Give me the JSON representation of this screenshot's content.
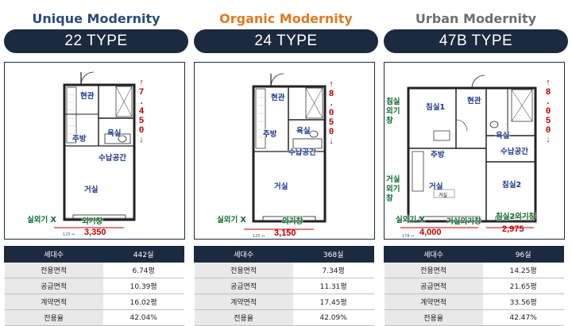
{
  "colors": {
    "navy": "#1c2a40",
    "unique": "#2a4a7a",
    "organic": "#e07a22",
    "urban": "#6e6e6e",
    "dim": "#c00000"
  },
  "panels": [
    {
      "subtitle": "Unique Modernity",
      "type": "22 TYPE",
      "labels": {
        "entrance": "현관",
        "kitchen": "주방",
        "bath": "욕실",
        "storage": "수납공간",
        "living": "거실",
        "outdoor": "실외기 X",
        "storage2": "",
        "balcony": "외기창"
      },
      "dim_v": [
        "↑",
        "7",
        ".",
        "4",
        "5",
        "0",
        "↓"
      ],
      "dim_h": "3,350",
      "dim_h_small": "125 ↔",
      "rows": [
        [
          "세대수",
          "442실"
        ],
        [
          "전용면적",
          "6.74평"
        ],
        [
          "공급면적",
          "10.39평"
        ],
        [
          "계약면적",
          "16.02평"
        ],
        [
          "전용율",
          "42.04%"
        ]
      ]
    },
    {
      "subtitle": "Organic Modernity",
      "type": "24 TYPE",
      "labels": {
        "entrance": "현관",
        "kitchen": "주방",
        "bath": "욕실",
        "storage": "수납공간",
        "living": "거실",
        "outdoor": "실외기 X",
        "balcony": "외기창"
      },
      "dim_v": [
        "↑",
        "8",
        ".",
        "0",
        "5",
        "0",
        "↓"
      ],
      "dim_h": "3,150",
      "dim_h_small": "125 ↔",
      "rows": [
        [
          "세대수",
          "368실"
        ],
        [
          "전용면적",
          "7.34평"
        ],
        [
          "공급면적",
          "11.31평"
        ],
        [
          "계약면적",
          "17.45평"
        ],
        [
          "전용율",
          "42.09%"
        ]
      ]
    },
    {
      "subtitle": "Urban Modernity",
      "type": "47B TYPE",
      "labels": {
        "bed1": "침실1",
        "entrance": "현관",
        "bath": "욕실",
        "kitchen": "주방",
        "storage": "수납공간",
        "living": "거실",
        "bed2": "침실2",
        "outdoor": "실외기 X",
        "bed_window": "침실 외기창",
        "living_window": "거실 외기창",
        "living_window2": "거실외기창",
        "bed2_window": "침실2외기창",
        "living_small": "거실"
      },
      "dim_v": [
        "↑",
        "8",
        ".",
        "0",
        "5",
        "0",
        "↓"
      ],
      "dim_h": "4,000",
      "dim_h2": "2,975",
      "dim_h_small": "178 ↔",
      "rows": [
        [
          "세대수",
          "96실"
        ],
        [
          "전용면적",
          "14.25평"
        ],
        [
          "공급면적",
          "21.65평"
        ],
        [
          "계약면적",
          "33.56평"
        ],
        [
          "전용율",
          "42.47%"
        ]
      ]
    }
  ]
}
